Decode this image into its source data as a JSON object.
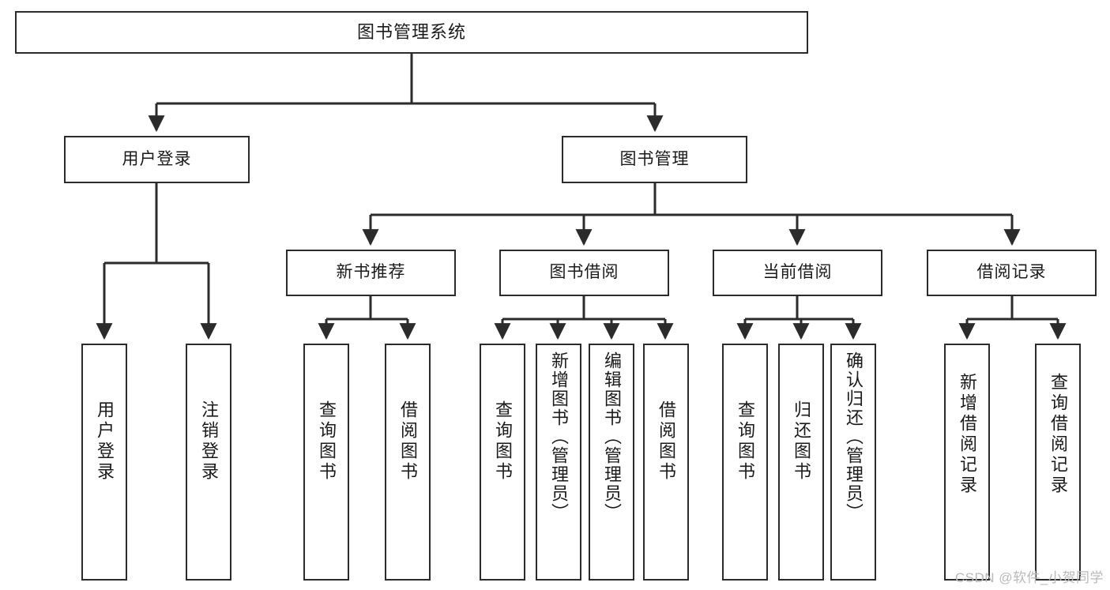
{
  "diagram": {
    "type": "tree-hierarchy",
    "title": "图书管理系统",
    "root": {
      "id": "root",
      "label": "图书管理系统"
    },
    "level2": [
      {
        "id": "user-login",
        "label": "用户登录"
      },
      {
        "id": "book-manage",
        "label": "图书管理"
      }
    ],
    "level3": [
      {
        "id": "new-book-rec",
        "label": "新书推荐",
        "parent": "book-manage"
      },
      {
        "id": "book-borrow",
        "label": "图书借阅",
        "parent": "book-manage"
      },
      {
        "id": "current-borrow",
        "label": "当前借阅",
        "parent": "book-manage"
      },
      {
        "id": "borrow-record",
        "label": "借阅记录",
        "parent": "book-manage"
      }
    ],
    "leaves": [
      {
        "id": "leaf-user-login",
        "label": "用户登录",
        "parent": "user-login"
      },
      {
        "id": "leaf-user-logout",
        "label": "注销登录",
        "parent": "user-login"
      },
      {
        "id": "leaf-query-book-1",
        "label": "查询图书",
        "parent": "new-book-rec"
      },
      {
        "id": "leaf-borrow-book-1",
        "label": "借阅图书",
        "parent": "new-book-rec"
      },
      {
        "id": "leaf-query-book-2",
        "label": "查询图书",
        "parent": "book-borrow"
      },
      {
        "id": "leaf-add-book",
        "label": "新增图书（管理员）",
        "parent": "book-borrow"
      },
      {
        "id": "leaf-edit-book",
        "label": "编辑图书（管理员）",
        "parent": "book-borrow"
      },
      {
        "id": "leaf-borrow-book-2",
        "label": "借阅图书",
        "parent": "book-borrow"
      },
      {
        "id": "leaf-query-book-3",
        "label": "查询图书",
        "parent": "current-borrow"
      },
      {
        "id": "leaf-return-book",
        "label": "归还图书",
        "parent": "current-borrow"
      },
      {
        "id": "leaf-confirm-return",
        "label": "确认归还（管理员）",
        "parent": "current-borrow"
      },
      {
        "id": "leaf-add-record",
        "label": "新增借阅记录",
        "parent": "borrow-record"
      },
      {
        "id": "leaf-query-record",
        "label": "查询借阅记录",
        "parent": "borrow-record"
      }
    ],
    "colors": {
      "stroke": "#2b2b2b",
      "fill": "#ffffff",
      "text": "#1a1a1a",
      "watermark": "#b9b9b9"
    }
  },
  "watermark": {
    "text": "CSDN @软件_小贺同学"
  }
}
